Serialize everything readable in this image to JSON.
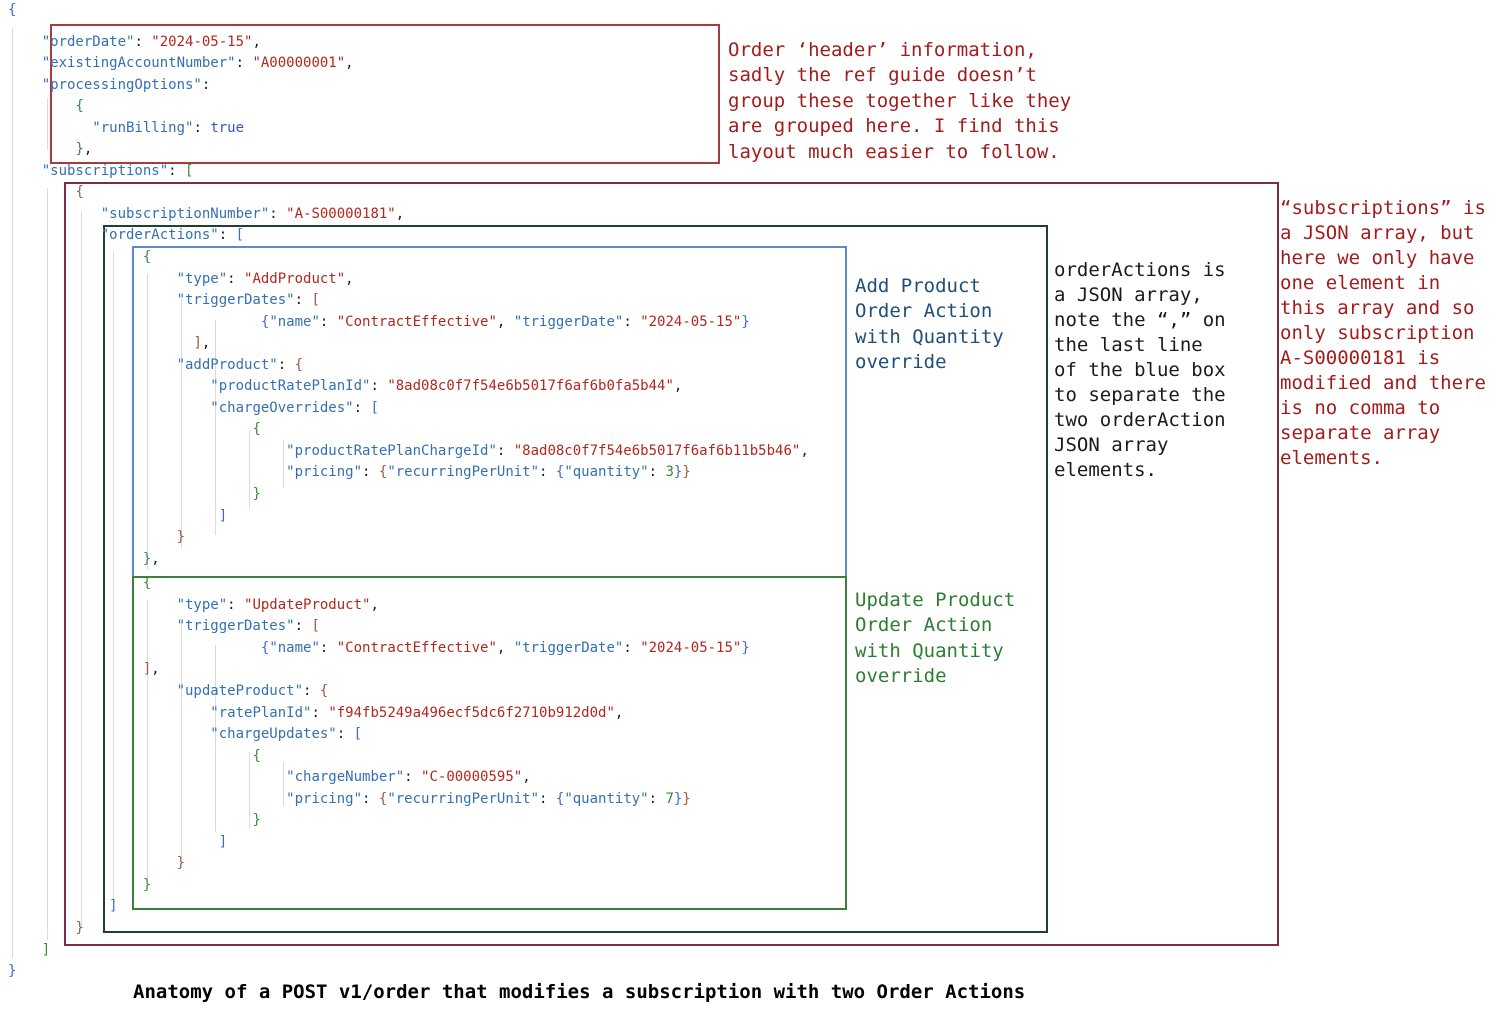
{
  "caption": {
    "text": "Anatomy of a POST v1/order that modifies a subscription with two Order Actions"
  },
  "annotations": {
    "header_note": {
      "text": "Order ‘header’ information,\nsadly the ref guide doesn’t\ngroup these together like they\nare grouped here. I find this\nlayout much easier to follow.",
      "color": "#a21c1c"
    },
    "add_product_note": {
      "text": "Add Product\nOrder Action\nwith Quantity\noverride",
      "color": "#1f4e79"
    },
    "update_product_note": {
      "text": "Update Product\nOrder Action\nwith Quantity\noverride",
      "color": "#2e7d32"
    },
    "order_actions_note": {
      "text": "orderActions is\na JSON array,\nnote the “,” on\nthe last line\nof the blue box\nto separate the\ntwo orderAction\nJSON array\nelements.",
      "color": "#1a1a1a"
    },
    "subscriptions_note": {
      "text": "“subscriptions” is\na JSON array, but\nhere we only have\none element in\nthis array and so\nonly subscription\nA-S00000181 is\nmodified and there\nis no comma to\nseparate array\nelements.",
      "color": "#a21c1c"
    }
  },
  "colors": {
    "key": "#3470b4",
    "string": "#b3271e",
    "number": "#2e8b2e",
    "boolean": "#3a4fd8",
    "bracket_blue": "#4168d9",
    "bracket_green": "#3c8b3c",
    "bracket_brown": "#a05a3e",
    "box_header_red": "#a63b40",
    "box_subscription_maroon": "#7c2b4d",
    "box_order_actions_dark_green": "#203f31",
    "box_add_product_blue": "#5b8ad2",
    "box_update_product_green": "#3c7f3f"
  },
  "code": {
    "lines": [
      {
        "i": 0,
        "s": [
          [
            "d1",
            "{"
          ]
        ]
      },
      {
        "i": 4,
        "gap": 10,
        "s": [
          [
            "k",
            "\"orderDate\""
          ],
          [
            "p",
            ": "
          ],
          [
            "s",
            "\"2024-05-15\""
          ],
          [
            "p",
            ","
          ]
        ]
      },
      {
        "i": 4,
        "s": [
          [
            "k",
            "\"existingAccountNumber\""
          ],
          [
            "p",
            ": "
          ],
          [
            "s",
            "\"A00000001\""
          ],
          [
            "p",
            ","
          ]
        ]
      },
      {
        "i": 4,
        "s": [
          [
            "k",
            "\"processingOptions\""
          ],
          [
            "p",
            ":"
          ]
        ]
      },
      {
        "i": 8,
        "s": [
          [
            "d2",
            "{"
          ]
        ]
      },
      {
        "i": 10,
        "s": [
          [
            "k",
            "\"runBilling\""
          ],
          [
            "p",
            ": "
          ],
          [
            "b",
            "true"
          ]
        ]
      },
      {
        "i": 8,
        "s": [
          [
            "d2",
            "}"
          ],
          [
            "p",
            ","
          ]
        ]
      },
      {
        "i": 4,
        "s": [
          [
            "k",
            "\"subscriptions\""
          ],
          [
            "p",
            ": "
          ],
          [
            "d2",
            "["
          ]
        ]
      },
      {
        "i": 8,
        "s": [
          [
            "d3",
            "{"
          ]
        ]
      },
      {
        "i": 11,
        "s": [
          [
            "k",
            "\"subscriptionNumber\""
          ],
          [
            "p",
            ": "
          ],
          [
            "s",
            "\"A-S00000181\""
          ],
          [
            "p",
            ","
          ]
        ]
      },
      {
        "i": 11,
        "s": [
          [
            "k",
            "\"orderActions\""
          ],
          [
            "p",
            ": "
          ],
          [
            "d1",
            "["
          ]
        ]
      },
      {
        "i": 16,
        "s": [
          [
            "d2",
            "{"
          ]
        ]
      },
      {
        "i": 20,
        "s": [
          [
            "k",
            "\"type\""
          ],
          [
            "p",
            ": "
          ],
          [
            "s",
            "\"AddProduct\""
          ],
          [
            "p",
            ","
          ]
        ]
      },
      {
        "i": 20,
        "s": [
          [
            "k",
            "\"triggerDates\""
          ],
          [
            "p",
            ": "
          ],
          [
            "d3",
            "["
          ]
        ]
      },
      {
        "i": 30,
        "s": [
          [
            "d1",
            "{"
          ],
          [
            "k",
            "\"name\""
          ],
          [
            "p",
            ": "
          ],
          [
            "s",
            "\"ContractEffective\""
          ],
          [
            "p",
            ", "
          ],
          [
            "k",
            "\"triggerDate\""
          ],
          [
            "p",
            ": "
          ],
          [
            "s",
            "\"2024-05-15\""
          ],
          [
            "d1",
            "}"
          ]
        ]
      },
      {
        "i": 22,
        "s": [
          [
            "d3",
            "]"
          ],
          [
            "p",
            ","
          ]
        ]
      },
      {
        "i": 20,
        "s": [
          [
            "k",
            "\"addProduct\""
          ],
          [
            "p",
            ": "
          ],
          [
            "d3",
            "{"
          ]
        ]
      },
      {
        "i": 24,
        "s": [
          [
            "k",
            "\"productRatePlanId\""
          ],
          [
            "p",
            ": "
          ],
          [
            "s",
            "\"8ad08c0f7f54e6b5017f6af6b0fa5b44\""
          ],
          [
            "p",
            ","
          ]
        ]
      },
      {
        "i": 24,
        "s": [
          [
            "k",
            "\"chargeOverrides\""
          ],
          [
            "p",
            ": "
          ],
          [
            "d1",
            "["
          ]
        ]
      },
      {
        "i": 29,
        "s": [
          [
            "d2",
            "{"
          ]
        ]
      },
      {
        "i": 33,
        "s": [
          [
            "k",
            "\"productRatePlanChargeId\""
          ],
          [
            "p",
            ": "
          ],
          [
            "s",
            "\"8ad08c0f7f54e6b5017f6af6b11b5b46\""
          ],
          [
            "p",
            ","
          ]
        ]
      },
      {
        "i": 33,
        "s": [
          [
            "k",
            "\"pricing\""
          ],
          [
            "p",
            ": "
          ],
          [
            "d3",
            "{"
          ],
          [
            "k",
            "\"recurringPerUnit\""
          ],
          [
            "p",
            ": "
          ],
          [
            "d1",
            "{"
          ],
          [
            "k",
            "\"quantity\""
          ],
          [
            "p",
            ": "
          ],
          [
            "n",
            "3"
          ],
          [
            "d1",
            "}"
          ],
          [
            "d3",
            "}"
          ]
        ]
      },
      {
        "i": 29,
        "s": [
          [
            "d2",
            "}"
          ]
        ]
      },
      {
        "i": 25,
        "s": [
          [
            "d1",
            "]"
          ]
        ]
      },
      {
        "i": 20,
        "s": [
          [
            "d3",
            "}"
          ]
        ]
      },
      {
        "i": 16,
        "s": [
          [
            "d2",
            "}"
          ],
          [
            "p",
            ","
          ]
        ]
      },
      {
        "i": 16,
        "gap": 3,
        "s": [
          [
            "d2",
            "{"
          ]
        ]
      },
      {
        "i": 20,
        "s": [
          [
            "k",
            "\"type\""
          ],
          [
            "p",
            ": "
          ],
          [
            "s",
            "\"UpdateProduct\""
          ],
          [
            "p",
            ","
          ]
        ]
      },
      {
        "i": 20,
        "s": [
          [
            "k",
            "\"triggerDates\""
          ],
          [
            "p",
            ": "
          ],
          [
            "d3",
            "["
          ]
        ]
      },
      {
        "i": 30,
        "s": [
          [
            "d1",
            "{"
          ],
          [
            "k",
            "\"name\""
          ],
          [
            "p",
            ": "
          ],
          [
            "s",
            "\"ContractEffective\""
          ],
          [
            "p",
            ", "
          ],
          [
            "k",
            "\"triggerDate\""
          ],
          [
            "p",
            ": "
          ],
          [
            "s",
            "\"2024-05-15\""
          ],
          [
            "d1",
            "}"
          ]
        ]
      },
      {
        "i": 16,
        "s": [
          [
            "d3",
            "]"
          ],
          [
            "p",
            ","
          ]
        ]
      },
      {
        "i": 20,
        "s": [
          [
            "k",
            "\"updateProduct\""
          ],
          [
            "p",
            ": "
          ],
          [
            "d3",
            "{"
          ]
        ]
      },
      {
        "i": 24,
        "s": [
          [
            "k",
            "\"ratePlanId\""
          ],
          [
            "p",
            ": "
          ],
          [
            "s",
            "\"f94fb5249a496ecf5dc6f2710b912d0d\""
          ],
          [
            "p",
            ","
          ]
        ]
      },
      {
        "i": 24,
        "s": [
          [
            "k",
            "\"chargeUpdates\""
          ],
          [
            "p",
            ": "
          ],
          [
            "d1",
            "["
          ]
        ]
      },
      {
        "i": 29,
        "s": [
          [
            "d2",
            "{"
          ]
        ]
      },
      {
        "i": 33,
        "s": [
          [
            "k",
            "\"chargeNumber\""
          ],
          [
            "p",
            ": "
          ],
          [
            "s",
            "\"C-00000595\""
          ],
          [
            "p",
            ","
          ]
        ]
      },
      {
        "i": 33,
        "s": [
          [
            "k",
            "\"pricing\""
          ],
          [
            "p",
            ": "
          ],
          [
            "d3",
            "{"
          ],
          [
            "k",
            "\"recurringPerUnit\""
          ],
          [
            "p",
            ": "
          ],
          [
            "d1",
            "{"
          ],
          [
            "k",
            "\"quantity\""
          ],
          [
            "p",
            ": "
          ],
          [
            "n",
            "7"
          ],
          [
            "d1",
            "}"
          ],
          [
            "d3",
            "}"
          ]
        ]
      },
      {
        "i": 29,
        "s": [
          [
            "d2",
            "}"
          ]
        ]
      },
      {
        "i": 25,
        "s": [
          [
            "d1",
            "]"
          ]
        ]
      },
      {
        "i": 20,
        "s": [
          [
            "d3",
            "}"
          ]
        ]
      },
      {
        "i": 16,
        "s": [
          [
            "d2",
            "}"
          ]
        ]
      },
      {
        "i": 12,
        "s": [
          [
            "d1",
            "]"
          ]
        ]
      },
      {
        "i": 8,
        "s": [
          [
            "d3",
            "}"
          ]
        ]
      },
      {
        "i": 4,
        "s": [
          [
            "d2",
            "]"
          ]
        ]
      },
      {
        "i": 0,
        "s": [
          [
            "d1",
            "}"
          ]
        ]
      }
    ]
  }
}
